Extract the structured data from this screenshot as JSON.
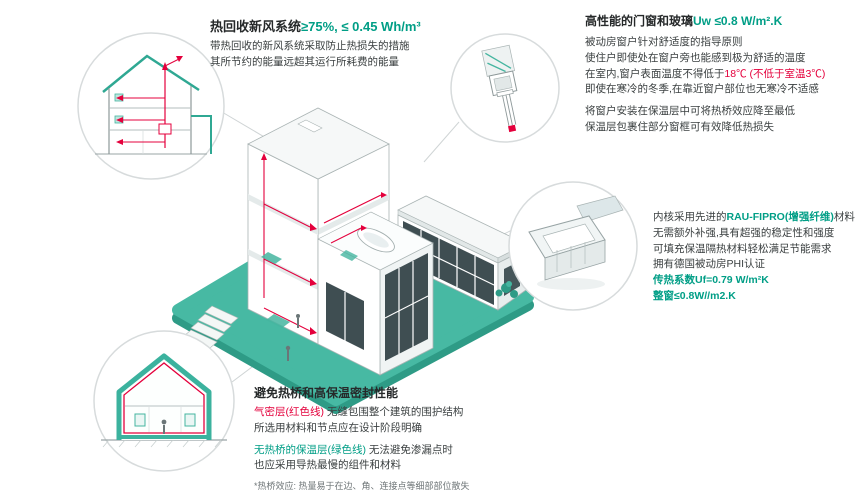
{
  "colors": {
    "teal_platform": "#47B9A3",
    "teal_dark": "#2E9B86",
    "green_text": "#009E86",
    "red": "#E4003C",
    "connector_gray": "#CFD4D5",
    "glass_dark": "#3F4E52"
  },
  "icons": {
    "ventilation_callout": "house-section-ventilation-icon",
    "window_detail_callout": "window-cross-section-icon",
    "profile_callout": "window-frame-profile-icon",
    "thermal_callout": "house-thermal-envelope-icon",
    "center": "house-cutaway-illustration"
  },
  "ventilation": {
    "title": "热回收新风系统",
    "title_green": "≥75%, ≤ 0.45 Wh/m³",
    "line1": "带热回收的新风系统采取防止热损失的措施",
    "line2": "其所节约的能量远超其运行所耗费的能量"
  },
  "windows": {
    "title": "高性能的门窗和玻璃",
    "title_green": "Uw ≤0.8 W/m².K",
    "line1": "被动房窗户针对舒适度的指导原则",
    "line2": "使住户即使处在窗户旁也能感到极为舒适的温度",
    "line3_pre": "在室内,窗户表面温度不得低于",
    "line3_red": "18℃ (不低于室温3℃)",
    "line4": "即使在寒冷的冬季,在靠近窗户部位也无寒冷不适感",
    "line5": "将窗户安装在保温层中可将热桥效应降至最低",
    "line6": "保温层包裹住部分窗框可有效降低热损失"
  },
  "profile": {
    "line1_pre": "内核采用先进的",
    "line1_green": "RAU-FIPRO(增强纤维)",
    "line1_post": "材料",
    "line2": "无需额外补强,具有超强的稳定性和强度",
    "line3": "可填充保温隔热材料轻松满足节能需求",
    "line4": "拥有德国被动房PHI认证",
    "line5": "传热系数Uf=0.79 W/m²K",
    "line6": "整窗≤0.8W//m2.K"
  },
  "thermal": {
    "title": "避免热桥和高保温密封性能",
    "line1_red": "气密层(红色线)",
    "line1_rest": " 无缝包围整个建筑的围护结构",
    "line2": "所选用材料和节点应在设计阶段明确",
    "line3_green": "无热桥的保温层(绿色线)",
    "line3_rest": " 无法避免渗漏点时",
    "line4": "也应采用导热最慢的组件和材料",
    "footnote": "*热桥效应: 热量易于在边、角、连接点等细部部位散失"
  }
}
